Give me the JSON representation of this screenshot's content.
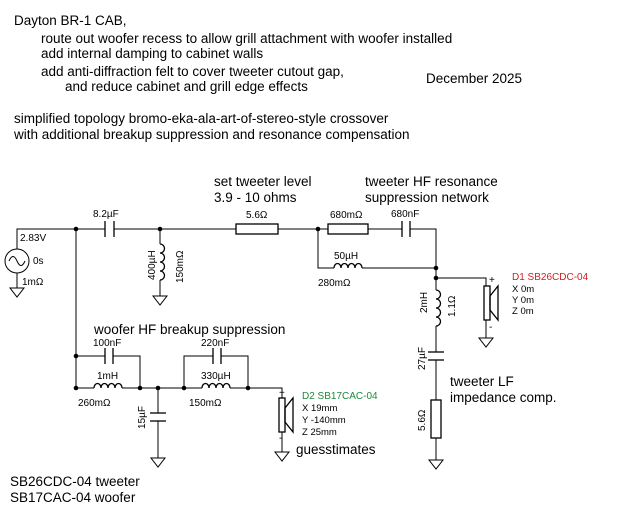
{
  "notes": {
    "title": "Dayton BR-1 CAB,",
    "line1": "route out woofer recess to allow grill attachment with woofer installed",
    "line2": "add internal damping to cabinet walls",
    "line3": "add anti-diffraction felt to cover tweeter cutout gap,",
    "line4": "and reduce cabinet and grill edge effects",
    "date": "December 2025",
    "topology1": "simplified topology bromo-eka-ala-art-of-stereo-style crossover",
    "topology2": "with additional breakup suppression and resonance compensation",
    "tweeter_level1": "set tweeter level",
    "tweeter_level2": "3.9 - 10  ohms",
    "hf_res1": "tweeter HF resonance",
    "hf_res2": "suppression network",
    "woofer_hf": "woofer HF breakup suppression",
    "lf_comp1": "tweeter LF",
    "lf_comp2": "impedance comp.",
    "guess": "guesstimates",
    "footer1": "SB26CDC-04 tweeter",
    "footer2": "SB17CAC-04 woofer"
  },
  "components": {
    "source_v": "2.83V",
    "source_t": "0s",
    "source_r": "1mΩ",
    "c1": "8.2µF",
    "l1": "400µH",
    "l1r": "150mΩ",
    "r1": "5.6Ω",
    "r2": "680mΩ",
    "c2": "680nF",
    "l2": "50µH",
    "l2r": "280mΩ",
    "l3": "2mH",
    "l3r": "1.1Ω",
    "c3": "27µF",
    "r3": "5.6Ω",
    "c4": "100nF",
    "l4": "1mH",
    "l4r": "260mΩ",
    "c5": "15µF",
    "c6": "220nF",
    "l5": "330µH",
    "l5r": "150mΩ"
  },
  "drivers": {
    "d1": {
      "name": "D1 SB26CDC-04",
      "x": "X 0m",
      "y": "Y 0m",
      "z": "Z 0m",
      "plus": "+",
      "minus": "-"
    },
    "d2": {
      "name": "D2 SB17CAC-04",
      "x": "X 19mm",
      "y": "Y -140mm",
      "z": "Z 25mm",
      "plus": "+",
      "minus": "-"
    }
  },
  "colors": {
    "d1_label": "#cc1f1f",
    "d2_label": "#1f8a3a"
  }
}
